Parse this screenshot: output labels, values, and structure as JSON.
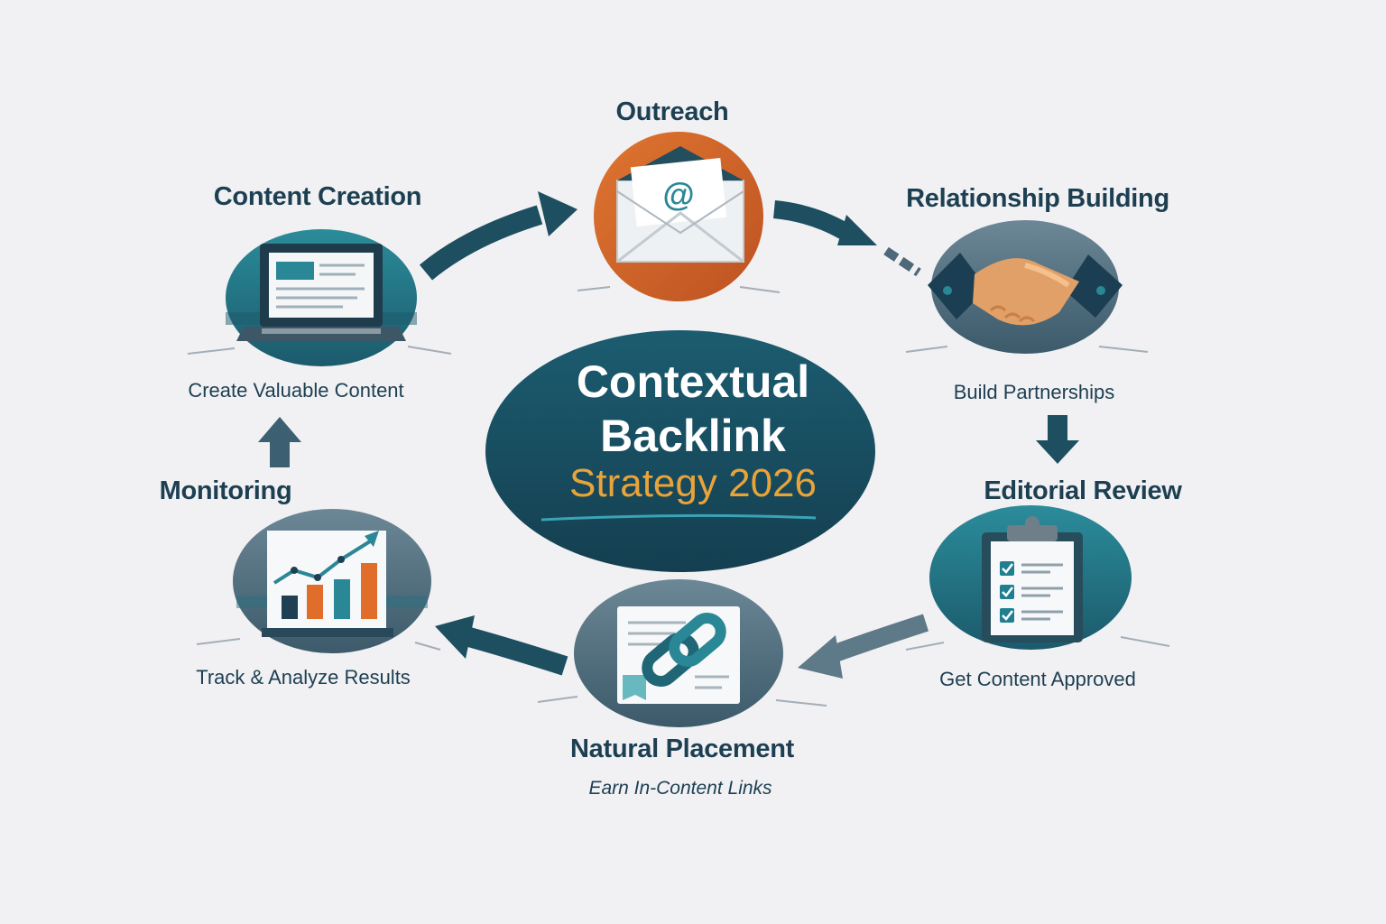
{
  "hub": {
    "line1": "Contextual",
    "line2": "Backlink",
    "line3": "Strategy 2026"
  },
  "stages": [
    {
      "title": "Outreach",
      "caption": ""
    },
    {
      "title": "Relationship Building",
      "caption": "Build Partnerships"
    },
    {
      "title": "Editorial Review",
      "caption": "Get Content Approved"
    },
    {
      "title": "Natural Placement",
      "caption": "Earn In-Content Links"
    },
    {
      "title": "Monitoring",
      "caption": "Track & Analyze Results"
    },
    {
      "title": "Content Creation",
      "caption": "Create Valuable Content"
    }
  ],
  "icons": {
    "outreach": "email-envelope-icon",
    "relationship": "handshake-icon",
    "editorial": "clipboard-checklist-icon",
    "placement": "link-document-icon",
    "monitoring": "growth-chart-icon",
    "content": "laptop-icon"
  },
  "colors": {
    "background": "#f1f1f3",
    "teal_dark": "#1b5468",
    "teal": "#2a8796",
    "orange": "#d2662a",
    "text": "#1d3f52",
    "accent_text": "#e8a33a"
  }
}
